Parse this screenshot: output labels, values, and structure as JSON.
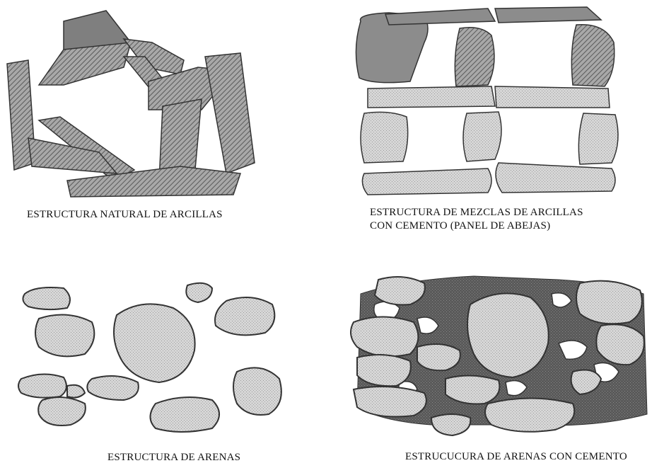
{
  "figure": {
    "panels": [
      {
        "id": "natural-clays",
        "caption": [
          "ESTRUCTURA NATURAL DE ARCILLAS"
        ]
      },
      {
        "id": "clay-cement",
        "caption": [
          "ESTRUCTURA DE MEZCLAS DE ARCILLAS",
          "CON CEMENTO (PANEL DE ABEJAS)"
        ]
      },
      {
        "id": "sands",
        "caption": [
          "ESTRUCTURA DE ARENAS"
        ]
      },
      {
        "id": "sand-cement",
        "caption": [
          "ESTRUCUCURA DE ARENAS CON CEMENTO"
        ]
      }
    ]
  },
  "colors": {
    "clay_plate": "#8f8f8f",
    "clay_plate_dark": "#6f6f6f",
    "grain_fill": "#d4d4d4",
    "grain_outline": "#3a3a3a",
    "cement": "#555555"
  }
}
